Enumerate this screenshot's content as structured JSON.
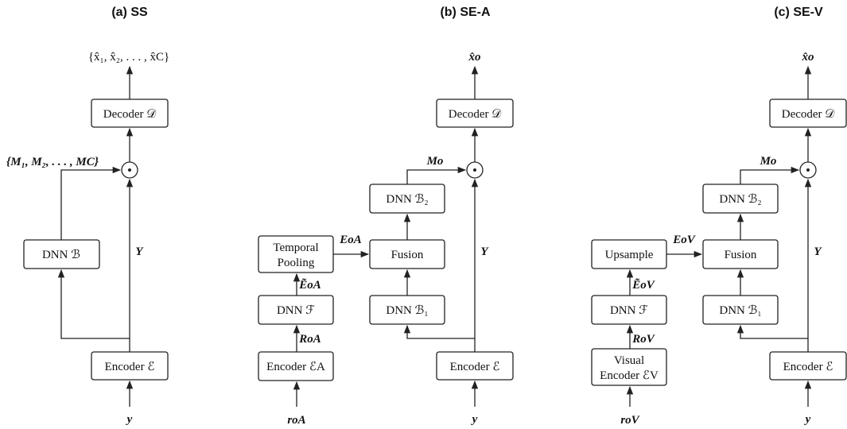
{
  "colors": {
    "stroke": "#222222",
    "text": "#111111",
    "background": "#ffffff"
  },
  "panels": {
    "ss": {
      "title": "(a) SS",
      "output": "{x̂₁, x̂₂, . . . , x̂C}",
      "decoder": "Decoder 𝒟",
      "masks": "{M₁, M₂, . . . , MC}",
      "dnn": "DNN ℬ",
      "y_feature": "Y",
      "encoder": "Encoder ℰ",
      "input": "y"
    },
    "se_a": {
      "title": "(b) SE-A",
      "output": "x̂o",
      "decoder": "Decoder 𝒟",
      "mask": "Mo",
      "dnn_b2": "DNN ℬ₂",
      "temporal_pooling_line1": "Temporal",
      "temporal_pooling_line2": "Pooling",
      "embedding": "EoA",
      "fusion": "Fusion",
      "pooled_embedding": "ẼoA",
      "dnn_f": "DNN ℱ",
      "ref_feature": "RoA",
      "dnn_b1": "DNN ℬ₁",
      "y_feature": "Y",
      "ref_encoder": "Encoder ℰA",
      "encoder": "Encoder ℰ",
      "ref_input": "roA",
      "input": "y"
    },
    "se_v": {
      "title": "(c) SE-V",
      "output": "x̂o",
      "decoder": "Decoder 𝒟",
      "mask": "Mo",
      "dnn_b2": "DNN ℬ₂",
      "upsample": "Upsample",
      "embedding": "EoV",
      "fusion": "Fusion",
      "pooled_embedding": "ẼoV",
      "dnn_f": "DNN ℱ",
      "ref_feature": "RoV",
      "dnn_b1": "DNN ℬ₁",
      "y_feature": "Y",
      "visual_encoder_line1": "Visual",
      "visual_encoder_line2": "Encoder ℰV",
      "encoder": "Encoder ℰ",
      "ref_input": "roV",
      "input": "y"
    }
  }
}
